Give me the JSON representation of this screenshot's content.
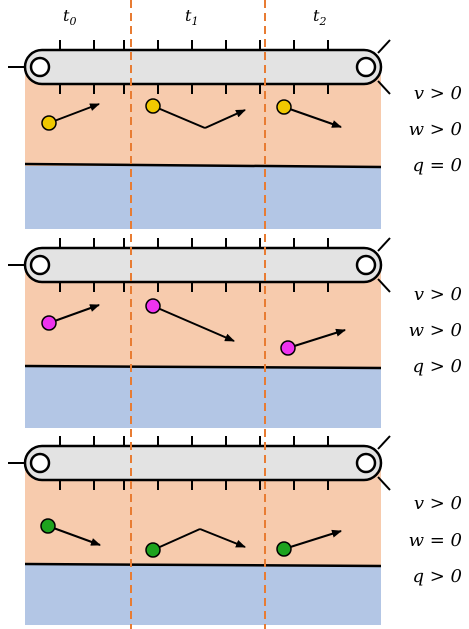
{
  "time_labels": [
    {
      "var": "t",
      "sub": "0"
    },
    {
      "var": "t",
      "sub": "1"
    },
    {
      "var": "t",
      "sub": "2"
    }
  ],
  "colors": {
    "belt_fill": "#e3e3e3",
    "dough_top": "#f7cbad",
    "dough_bottom": "#b3c6e5",
    "divider": "#e87c33",
    "arrow": "#000000"
  },
  "panels": [
    {
      "name": "panel-1",
      "particle_color": "#f0c800",
      "particle_name": "yellow-particle",
      "conditions": [
        "v > 0",
        "w > 0",
        "q = 0"
      ]
    },
    {
      "name": "panel-2",
      "particle_color": "#ee33ee",
      "particle_name": "magenta-particle",
      "conditions": [
        "v > 0",
        "w > 0",
        "q > 0"
      ]
    },
    {
      "name": "panel-3",
      "particle_color": "#1ea31e",
      "particle_name": "green-particle",
      "conditions": [
        "v > 0",
        "w = 0",
        "q > 0"
      ]
    }
  ]
}
